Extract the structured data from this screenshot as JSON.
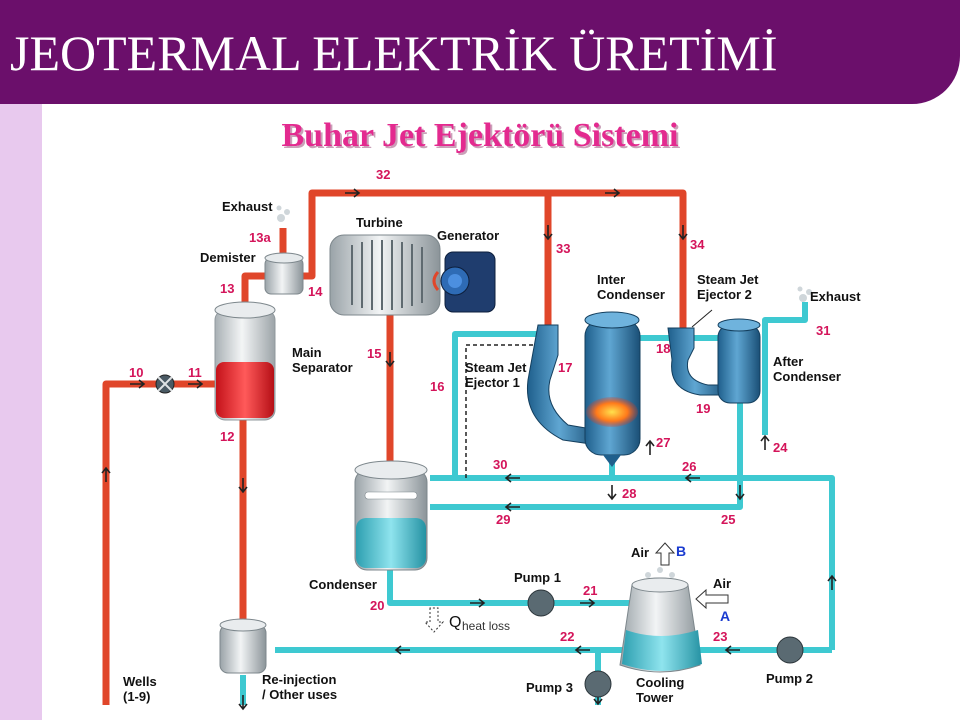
{
  "header": {
    "title": "JEOTERMAL ELEKTRİK ÜRETİMİ"
  },
  "subtitle": "Buhar Jet Ejektörü Sistemi",
  "colors": {
    "header": "#6b0f6b",
    "strip": "#e8c9ee",
    "subtitle": "#e32a8f",
    "steam_pipe": "#e0462a",
    "water_pipe": "#3ec9d1",
    "stream_number": "#d4145a",
    "arrow_letter": "#1a3bd0"
  },
  "diagram": {
    "labels": {
      "exhaust_left": "Exhaust",
      "demister": "Demister",
      "turbine": "Turbine",
      "generator": "Generator",
      "main_separator": "Main\nSeparator",
      "inter_condenser": "Inter\nCondenser",
      "steam_jet_ejector_2": "Steam Jet\nEjector 2",
      "exhaust_right": "Exhaust",
      "after_condenser": "After\nCondenser",
      "steam_jet_ejector_1": "Steam Jet\nEjector 1",
      "condenser": "Condenser",
      "pump_1": "Pump 1",
      "pump_2": "Pump 2",
      "pump_3": "Pump 3",
      "cooling_tower": "Cooling\nTower",
      "air_top": "Air",
      "air_right": "Air",
      "wells": "Wells\n(1-9)",
      "reinjection": "Re-injection\n/ Other uses",
      "heat_loss": "heat loss",
      "q": "Q",
      "letter_a": "A",
      "letter_b": "B"
    },
    "stream_numbers": [
      "32",
      "13a",
      "33",
      "34",
      "14",
      "13",
      "31",
      "18",
      "15",
      "17",
      "10",
      "11",
      "16",
      "19",
      "12",
      "27",
      "24",
      "30",
      "26",
      "28",
      "29",
      "25",
      "21",
      "20",
      "22",
      "23"
    ]
  }
}
